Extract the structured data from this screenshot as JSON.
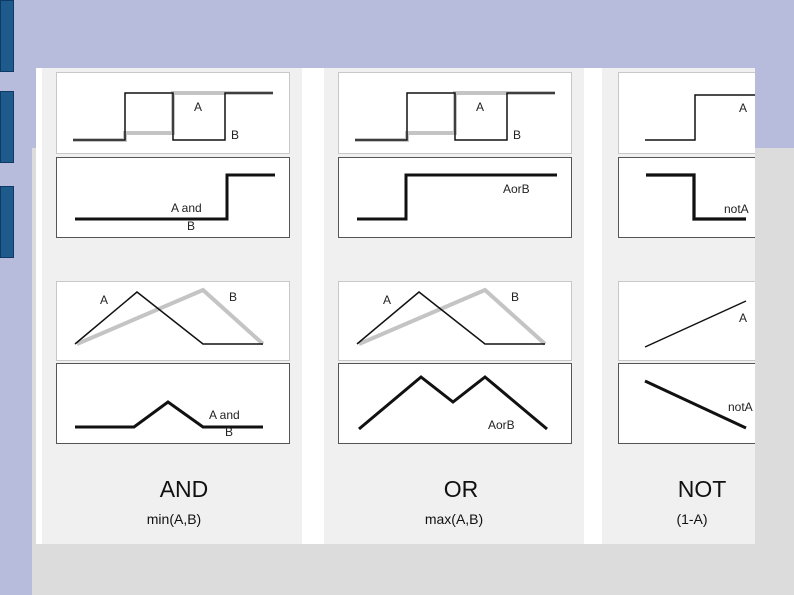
{
  "columns": [
    {
      "id": "and",
      "title": "AND",
      "formula": "min(A,B)",
      "step_inputs": {
        "label_a": "A",
        "label_b": "B"
      },
      "step_result": {
        "label_line1": "A and",
        "label_line2": "B"
      },
      "tri_inputs": {
        "label_a": "A",
        "label_b": "B"
      },
      "tri_result": {
        "label_line1": "A and",
        "label_line2": "B"
      }
    },
    {
      "id": "or",
      "title": "OR",
      "formula": "max(A,B)",
      "step_inputs": {
        "label_a": "A",
        "label_b": "B"
      },
      "step_result": {
        "label": "AorB"
      },
      "tri_inputs": {
        "label_a": "A",
        "label_b": "B"
      },
      "tri_result": {
        "label": "AorB"
      }
    },
    {
      "id": "not",
      "title": "NOT",
      "formula": "(1-A)",
      "step_inputs": {
        "label_a": "A"
      },
      "step_result": {
        "label": "notA"
      },
      "tri_inputs": {
        "label_a": "A"
      },
      "tri_result": {
        "label": "notA"
      }
    }
  ]
}
